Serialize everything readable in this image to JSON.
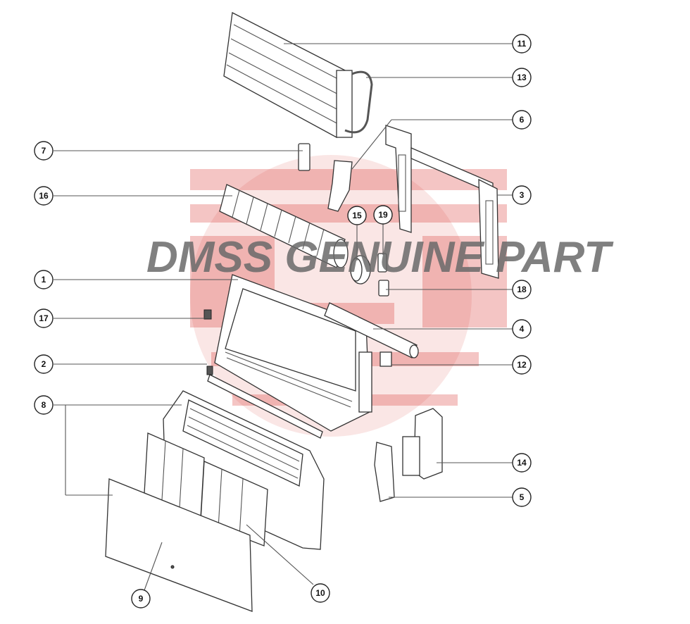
{
  "watermark_text": "DMSS GENUINE PART",
  "watermark_colors": {
    "text": "#6a6a6a",
    "stamp": "#d9302c"
  },
  "callouts": [
    {
      "id": "c1",
      "label": "1"
    },
    {
      "id": "c2",
      "label": "2"
    },
    {
      "id": "c3",
      "label": "3"
    },
    {
      "id": "c4",
      "label": "4"
    },
    {
      "id": "c5",
      "label": "5"
    },
    {
      "id": "c6",
      "label": "6"
    },
    {
      "id": "c7",
      "label": "7"
    },
    {
      "id": "c8",
      "label": "8"
    },
    {
      "id": "c9",
      "label": "9"
    },
    {
      "id": "c10",
      "label": "10"
    },
    {
      "id": "c11",
      "label": "11"
    },
    {
      "id": "c12",
      "label": "12"
    },
    {
      "id": "c13",
      "label": "13"
    },
    {
      "id": "c14",
      "label": "14"
    },
    {
      "id": "c15",
      "label": "15"
    },
    {
      "id": "c16",
      "label": "16"
    },
    {
      "id": "c17",
      "label": "17"
    },
    {
      "id": "c18",
      "label": "18"
    },
    {
      "id": "c19",
      "label": "19"
    }
  ]
}
